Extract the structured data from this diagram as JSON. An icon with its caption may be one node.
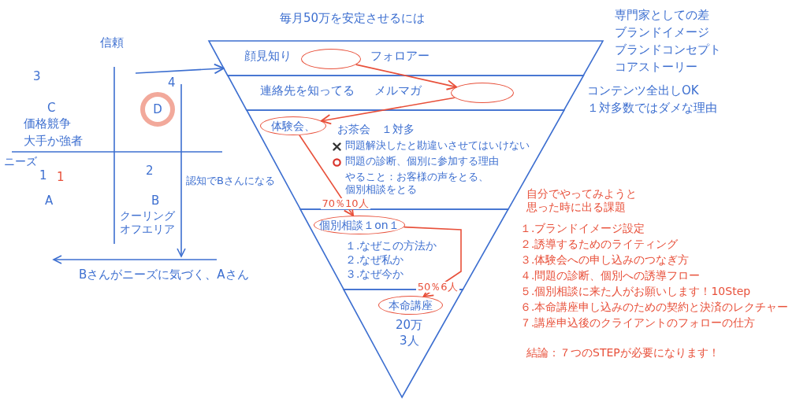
{
  "diagram": {
    "title": "毎月50万を安定させるには",
    "nodes": [
      {
        "text": [
          "D"
        ]
      },
      {
        "text": [
          "顔見知り",
          "フォロアー"
        ]
      },
      {
        "text": [],
        "shape": "ellipse",
        "in": 1
      },
      {
        "text": [
          "連絡先を知ってる",
          "メルマガ"
        ]
      },
      {
        "text": [],
        "shape": "ellipse",
        "in": 3
      },
      {
        "text": [
          "お茶会　１対多",
          "問題解決したと勘違いさせてはいけない",
          "問題の診断、個別に参加する理由",
          "やること：お客様の声をとる、個別相談をとる"
        ]
      },
      {
        "text": [
          "体験会、"
        ],
        "in": 5
      },
      {
        "text": [
          "１.なぜこの方法か",
          "２.なぜ私か",
          "３.なぜ今か"
        ]
      },
      {
        "text": [
          "個別相談１on１"
        ],
        "in": 7
      },
      {
        "text": [
          "20万",
          "3人"
        ]
      },
      {
        "text": [
          "本命講座"
        ],
        "in": 9
      }
    ],
    "edges": [
      {
        "from": null,
        "to": 1,
        "arrow": "to",
        "color": "#3d6fd0"
      },
      {
        "from": 2,
        "to": 4,
        "arrow": "to"
      },
      {
        "from": 4,
        "to": 6,
        "arrow": "to"
      },
      {
        "from": 6,
        "to": 8,
        "arrow": "to",
        "label": "70％10人"
      },
      {
        "from": 8,
        "to": 10,
        "arrow": "to",
        "label": "50％6人"
      }
    ],
    "labels": [
      "信頼",
      "3",
      "4",
      "C",
      "価格競争",
      "大手か強者",
      "ニーズ",
      "1",
      "1",
      "2",
      "A",
      "B",
      "認知でBさんになる",
      "クーリングオフエリア",
      "Bさんがニーズに気づく、Aさん",
      "専門家としての差",
      "ブランドイメージ",
      "ブランドコンセプト",
      "コアストーリー",
      "コンテンツ全出しOK",
      "１対多数ではダメな理由",
      "自分でやってみようと思った時に出る課題",
      "１.ブランドイメージ設定",
      "２.誘導するためのライティング",
      "３.体験会への申し込みのつなぎ方",
      "４.問題の診断、個別への誘導フロー",
      "５.個別相談に来た人がお願いします！10Step",
      "６.本命講座申し込みのための契約と決済のレクチャー",
      "７.講座申込後のクライアントのフォローの仕方",
      "結論：７つのSTEPが必要になります！"
    ]
  }
}
